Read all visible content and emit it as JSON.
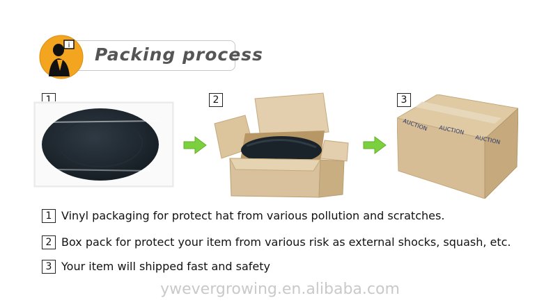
{
  "header": {
    "title": "Packing process",
    "icon": "info-person-icon"
  },
  "steps": [
    {
      "number": "1",
      "image": "vinyl-wrapped-hat"
    },
    {
      "number": "2",
      "image": "open-cardboard-box"
    },
    {
      "number": "3",
      "image": "sealed-cardboard-box"
    }
  ],
  "box_tape_labels": [
    "AUCTION",
    "AUCTION",
    "AUCTION"
  ],
  "descriptions": [
    {
      "number": "1",
      "text": "Vinyl packaging for protect hat from various pollution and scratches."
    },
    {
      "number": "2",
      "text": "Box pack for protect your item from various risk as external shocks, squash, etc."
    },
    {
      "number": "3",
      "text": "Your item will shipped fast and safety"
    }
  ],
  "watermark": "ywevergrowing.en.alibaba.com",
  "colors": {
    "arrow_green": "#7ccf3f",
    "icon_orange": "#f3a51f",
    "cardboard": "#d8c19c"
  }
}
